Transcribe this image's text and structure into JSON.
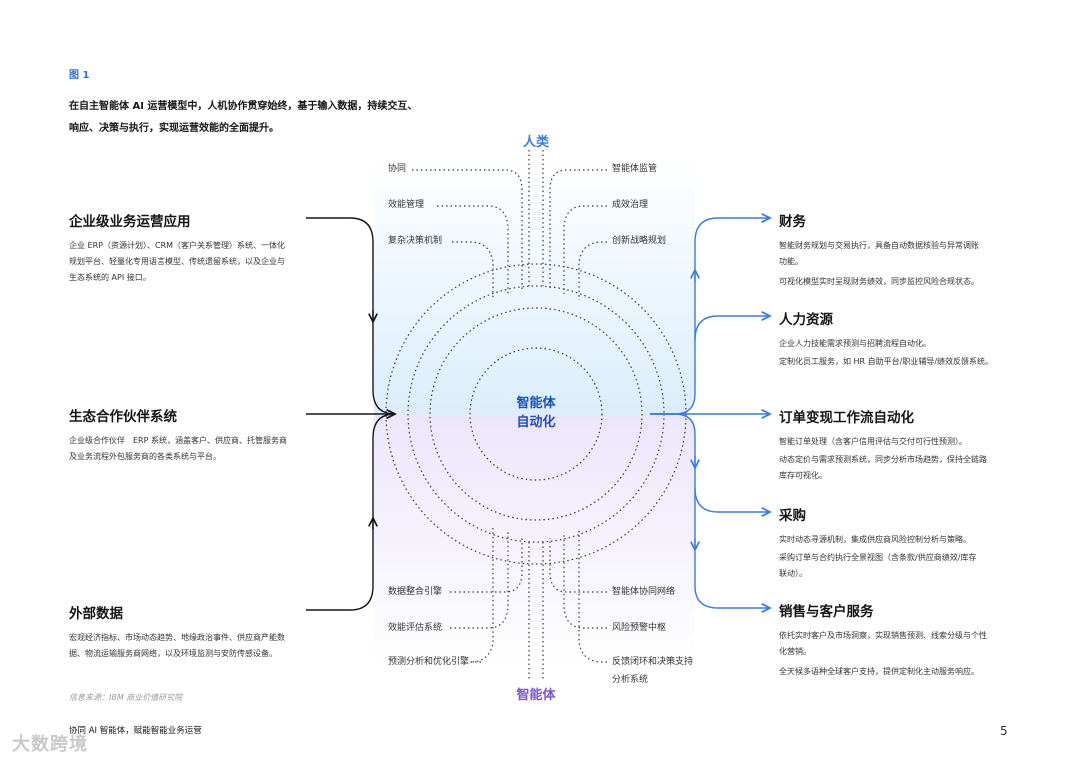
{
  "figure": {
    "label": "图 1",
    "caption_line1": "在自主智能体 AI 运营模型中，人机协作贯穿始终，基于输入数据，持续交互、",
    "caption_line2": "响应、决策与执行，实现运营效能的全面提升。"
  },
  "diagram": {
    "top_label": "人类",
    "bottom_label": "智能体",
    "center_line1": "智能体",
    "center_line2": "自动化",
    "top_left_labels": [
      "协同",
      "效能管理",
      "复杂决策机制"
    ],
    "top_right_labels": [
      "智能体监管",
      "成效治理",
      "创新战略规划"
    ],
    "bottom_left_labels": [
      "数据整合引擎",
      "效能评估系统",
      "预测分析和优化引擎"
    ],
    "bottom_right_labels": [
      "智能体协同网络",
      "风险预警中枢",
      "反馈闭环和决策支持",
      "分析系统"
    ]
  },
  "left_sections": [
    {
      "title": "企业级业务运营应用",
      "lines": [
        "企业 ERP（资源计划）、CRM（客户关系管理）系统、一体化",
        "规划平台、轻量化专用语言模型、传统遗留系统，以及企业与",
        "生态系统的 API 接口。"
      ]
    },
    {
      "title": "生态合作伙伴系统",
      "lines": [
        "企业级合作伙伴　ERP 系统，涵盖客户、供应商、托管服务商",
        "及业务流程外包服务商的各类系统与平台。"
      ]
    },
    {
      "title": "外部数据",
      "lines": [
        "宏观经济指标、市场动态趋势、地缘政治事件、供应商产能数",
        "据、物流运输服务商网络，以及环境监测与安防传感设备。"
      ]
    }
  ],
  "right_sections": [
    {
      "title": "财务",
      "lines": [
        "智能财务规划与交易执行，具备自动数据核验与异常调账",
        "功能。",
        "可视化模型实时呈现财务绩效，同步监控风险合规状态。"
      ]
    },
    {
      "title": "人力资源",
      "lines": [
        "企业人力技能需求预测与招聘流程自动化。",
        "定制化员工服务，如 HR 自助平台/职业辅导/绩效反馈系统。"
      ]
    },
    {
      "title": "订单变现工作流自动化",
      "lines": [
        "智能订单处理（含客户信用评估与交付可行性预测）。",
        "动态定价与需求预测系统，同步分析市场趋势，保持全链路",
        "库存可视化。"
      ]
    },
    {
      "title": "采购",
      "lines": [
        "实时动态寻源机制，集成供应商风险控制分析与策略。",
        "采购订单与合约执行全景视图（含条款/供应商绩效/库存",
        "联动）。"
      ]
    },
    {
      "title": "销售与客户服务",
      "lines": [
        "依托实时客户及市场洞察，实现销售预测、线索分级与个性",
        "化营销。",
        "全天候多语种全球客户支持，提供定制化主动服务响应。"
      ]
    }
  ],
  "footer": {
    "source": "信息来源：IBM 商业价值研究院",
    "title": "协同 AI 智能体，赋能智能业务运营",
    "page": "5",
    "watermark": "大数跨境"
  },
  "colors": {
    "accent_blue": "#2f6fdb",
    "arrow_blue": "#3a7be8",
    "purple": "#7a55d9",
    "dark": "#161616"
  }
}
